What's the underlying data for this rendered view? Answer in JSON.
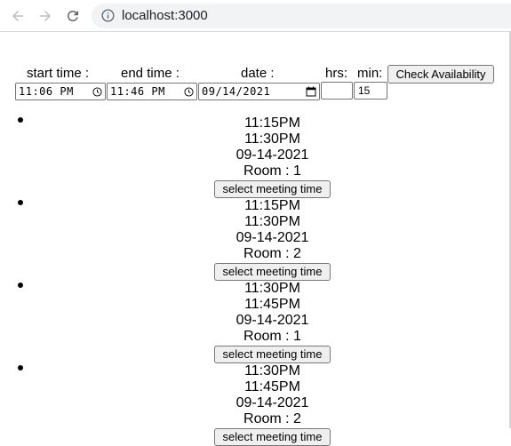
{
  "browser": {
    "url": "localhost:3000",
    "back_icon": "arrow-left-icon",
    "forward_icon": "arrow-right-icon",
    "reload_icon": "reload-icon",
    "info_icon": "info-icon"
  },
  "form": {
    "start_label": "start time :",
    "end_label": "end time :",
    "date_label": "date :",
    "hrs_label": "hrs:",
    "min_label": "min:",
    "start_value": "11:06 PM",
    "end_value": "11:46 PM",
    "date_value": "09/14/2021",
    "hrs_value": "",
    "min_value": "15",
    "check_label": "Check Availability"
  },
  "results": [
    {
      "start": "11:15PM",
      "end": "11:30PM",
      "date": "09-14-2021",
      "room": "Room : 1",
      "button": "select meeting time"
    },
    {
      "start": "11:15PM",
      "end": "11:30PM",
      "date": "09-14-2021",
      "room": "Room : 2",
      "button": "select meeting time"
    },
    {
      "start": "11:30PM",
      "end": "11:45PM",
      "date": "09-14-2021",
      "room": "Room : 1",
      "button": "select meeting time"
    },
    {
      "start": "11:30PM",
      "end": "11:45PM",
      "date": "09-14-2021",
      "room": "Room : 2",
      "button": "select meeting time"
    }
  ]
}
